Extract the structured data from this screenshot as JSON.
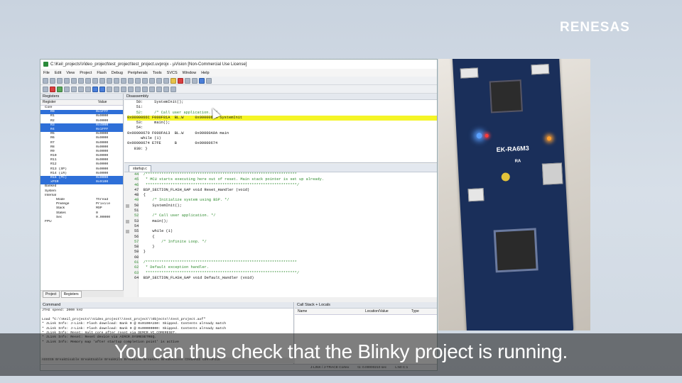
{
  "brand": {
    "logo": "RENESAS"
  },
  "window": {
    "title": "C:\\Keil_projects\\Video_project\\test_project\\test_project.uvprojx - µVision [Non-Commercial Use License]",
    "menu": [
      "File",
      "Edit",
      "View",
      "Project",
      "Flash",
      "Debug",
      "Peripherals",
      "Tools",
      "SVCS",
      "Window",
      "Help"
    ]
  },
  "registers": {
    "header": "Registers",
    "columns": [
      "Register",
      "Value"
    ],
    "rows": [
      {
        "name": "Core",
        "value": "",
        "type": "grp"
      },
      {
        "name": "R0",
        "value": "0x1FFF",
        "sel": true
      },
      {
        "name": "R1",
        "value": "0x0000"
      },
      {
        "name": "R2",
        "value": "0x0000"
      },
      {
        "name": "R3",
        "value": "0x4000",
        "sel": true
      },
      {
        "name": "R4",
        "value": "0x1FFF",
        "sel": true
      },
      {
        "name": "R5",
        "value": "0x0000"
      },
      {
        "name": "R6",
        "value": "0x0000"
      },
      {
        "name": "R7",
        "value": "0x0000"
      },
      {
        "name": "R8",
        "value": "0x0000"
      },
      {
        "name": "R9",
        "value": "0x0000"
      },
      {
        "name": "R10",
        "value": "0x0000"
      },
      {
        "name": "R11",
        "value": "0x0000"
      },
      {
        "name": "R12",
        "value": "0x0000"
      },
      {
        "name": "R13 (SP)",
        "value": "0x0000"
      },
      {
        "name": "R14 (LR)",
        "value": "0x0000"
      },
      {
        "name": "R15 (PC)",
        "value": "0x0000",
        "sel": true
      },
      {
        "name": "xPSR",
        "value": "0x0100",
        "sel": true
      },
      {
        "name": "Banked",
        "value": "",
        "type": "grp"
      },
      {
        "name": "System",
        "value": "",
        "type": "grp"
      },
      {
        "name": "Internal",
        "value": "",
        "type": "grp"
      },
      {
        "name": "Mode",
        "value": "Thread",
        "type": "sub"
      },
      {
        "name": "Privilege",
        "value": "Privile",
        "type": "sub"
      },
      {
        "name": "Stack",
        "value": "MSP",
        "type": "sub"
      },
      {
        "name": "States",
        "value": "0",
        "type": "sub"
      },
      {
        "name": "Sec",
        "value": "0.00000",
        "type": "sub"
      },
      {
        "name": "FPU",
        "value": "",
        "type": "grp"
      }
    ],
    "tabs": [
      "Project",
      "Registers"
    ]
  },
  "disassembly": {
    "header": "Disassembly",
    "lines": [
      {
        "text": "    50:     SystemInit();"
      },
      {
        "text": "    51:"
      },
      {
        "text": "    52:     /* Call user application. */"
      },
      {
        "text": "0x0000066C F000F81A  BL.W     0x000006A4 SystemInit",
        "hl": true
      },
      {
        "text": "    53:     main();"
      },
      {
        "text": "    54:"
      },
      {
        "text": "0x00000670 F000FA13  BL.W     0x00000A9A main"
      },
      {
        "text": "      while (1)"
      },
      {
        "text": "0x00000674 E7FE      B        0x00000674"
      },
      {
        "text": "   930: }"
      }
    ]
  },
  "editor": {
    "tab": "startup.c",
    "lines": [
      "44  /*******************************************************************",
      "45   * MCU starts executing here out of reset. Main stack pointer is set up already.",
      "46   *******************************************************************/",
      "47  BSP_SECTION_FLASH_GAP void Reset_Handler (void)",
      "48  {",
      "49      /* Initialize system using BSP. */",
      "50      SystemInit();",
      "51",
      "52      /* Call user application. */",
      "53      main();",
      "54",
      "55      while (1)",
      "56      {",
      "57          /* Infinite Loop. */",
      "58      }",
      "59  }",
      "60",
      "61  /*******************************************************************",
      "62   * Default exception handler.",
      "63   *******************************************************************/",
      "64  BSP_SECTION_FLASH_GAP void Default_Handler (void)"
    ]
  },
  "command": {
    "header": "Command",
    "lines": [
      "JTAG speed: 2000 kHz",
      "",
      "Load \"C:\\\\Keil_projects\\\\Video_project\\\\test_project\\\\Objects\\\\test_project.axf\"",
      "* JLink Info: J-Link: Flash download: Bank 0 @ 0x0100A150: Skipped. Contents already match",
      "* JLink Info: J-Link: Flash download: Bank 0 @ 0x00000000: Skipped. Contents already match",
      "* JLink Info: Reset: Halt core after reset via DEMCR.VC_CORERESET.",
      "* JLink Info: Reset: Reset device via AIRCR.SYSRESETREQ.",
      "* JLink Info: Memory map 'after startup completion point' is active"
    ],
    "input_line": "ASSIGN BreakDisable BreakEnable BreakKill BreakList BreakSet BreakAccess COVERAGE COVTOFILE"
  },
  "callstack": {
    "header": "Call Stack + Locals",
    "columns": [
      "Name",
      "Location/Value",
      "Type"
    ],
    "tab": "Call Stack + Locals"
  },
  "status": {
    "debugger": "J-LINK / J-TRACE Cortex",
    "time": "t1: 0.00000210 sec",
    "pos": "L:50 C:1"
  },
  "photo": {
    "board_label": "EK-RA6M3",
    "ra_logo": "RA"
  },
  "caption": "You can thus check that the Blinky project is running."
}
